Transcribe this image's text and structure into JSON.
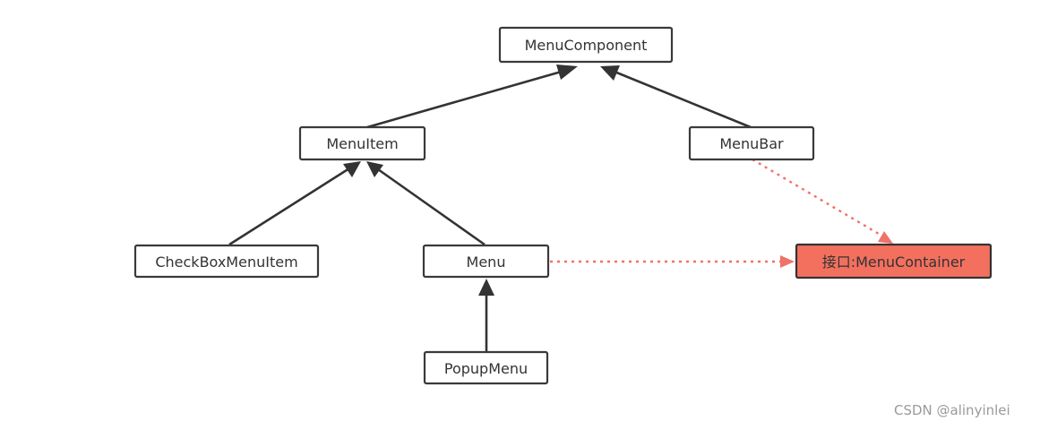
{
  "diagram": {
    "nodes": {
      "menu_component": {
        "label": "MenuComponent"
      },
      "menu_item": {
        "label": "MenuItem"
      },
      "menu_bar": {
        "label": "MenuBar"
      },
      "checkbox_menu_item": {
        "label": "CheckBoxMenuItem"
      },
      "menu": {
        "label": "Menu"
      },
      "popup_menu": {
        "label": "PopupMenu"
      },
      "menu_container": {
        "label": "接口:MenuContainer"
      }
    },
    "edges": [
      {
        "from": "MenuItem",
        "to": "MenuComponent",
        "kind": "inheritance"
      },
      {
        "from": "MenuBar",
        "to": "MenuComponent",
        "kind": "inheritance"
      },
      {
        "from": "CheckBoxMenuItem",
        "to": "MenuItem",
        "kind": "inheritance"
      },
      {
        "from": "Menu",
        "to": "MenuItem",
        "kind": "inheritance"
      },
      {
        "from": "PopupMenu",
        "to": "Menu",
        "kind": "inheritance"
      },
      {
        "from": "MenuBar",
        "to": "接口:MenuContainer",
        "kind": "realization"
      },
      {
        "from": "Menu",
        "to": "接口:MenuContainer",
        "kind": "realization"
      }
    ],
    "colors": {
      "interface_fill": "#f3705f",
      "realization_line": "#f07268",
      "inheritance_line": "#333333"
    }
  },
  "watermark": {
    "text": "CSDN @alinyinlei"
  }
}
